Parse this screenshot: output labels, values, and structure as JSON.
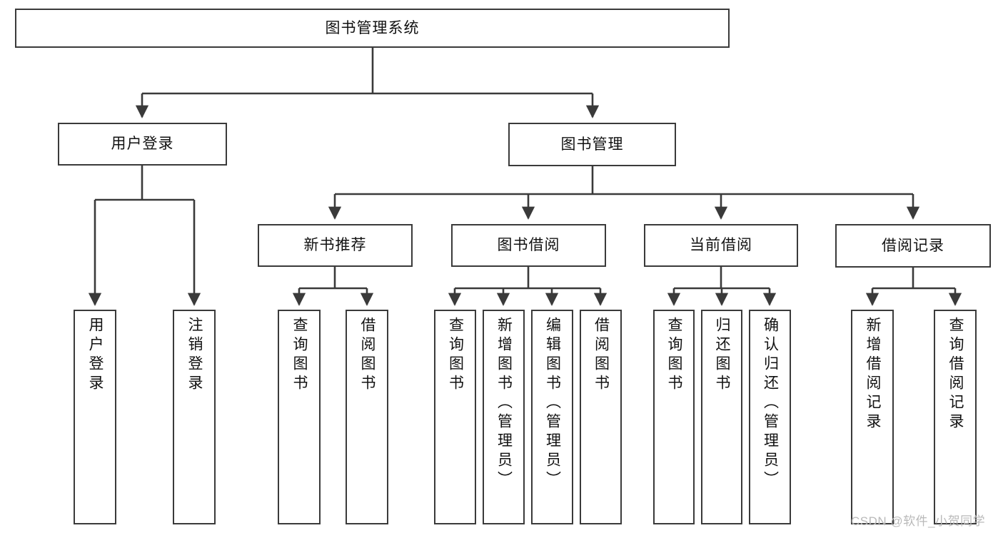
{
  "diagram": {
    "title": "图书管理系统",
    "type": "tree-hierarchy-chart",
    "watermark": "CSDN @软件_小贺同学",
    "colors": {
      "stroke": "#3a3a3a",
      "fill": "#ffffff",
      "text": "#111111",
      "watermark": "#b9b9b9"
    },
    "root": {
      "label": "图书管理系统"
    },
    "level2": [
      {
        "label": "用户登录"
      },
      {
        "label": "图书管理"
      }
    ],
    "level3": [
      {
        "label": "新书推荐"
      },
      {
        "label": "图书借阅"
      },
      {
        "label": "当前借阅"
      },
      {
        "label": "借阅记录"
      }
    ],
    "leaves": {
      "user_login": [
        {
          "label": "用户登录"
        },
        {
          "label": "注销登录"
        }
      ],
      "new_book_recommend": [
        {
          "label": "查询图书"
        },
        {
          "label": "借阅图书"
        }
      ],
      "book_borrow": [
        {
          "label": "查询图书"
        },
        {
          "label": "新增图书（管理员）"
        },
        {
          "label": "编辑图书（管理员）"
        },
        {
          "label": "借阅图书"
        }
      ],
      "current_borrow": [
        {
          "label": "查询图书"
        },
        {
          "label": "归还图书"
        },
        {
          "label": "确认归还（管理员）"
        }
      ],
      "borrow_record": [
        {
          "label": "新增借阅记录"
        },
        {
          "label": "查询借阅记录"
        }
      ]
    }
  }
}
